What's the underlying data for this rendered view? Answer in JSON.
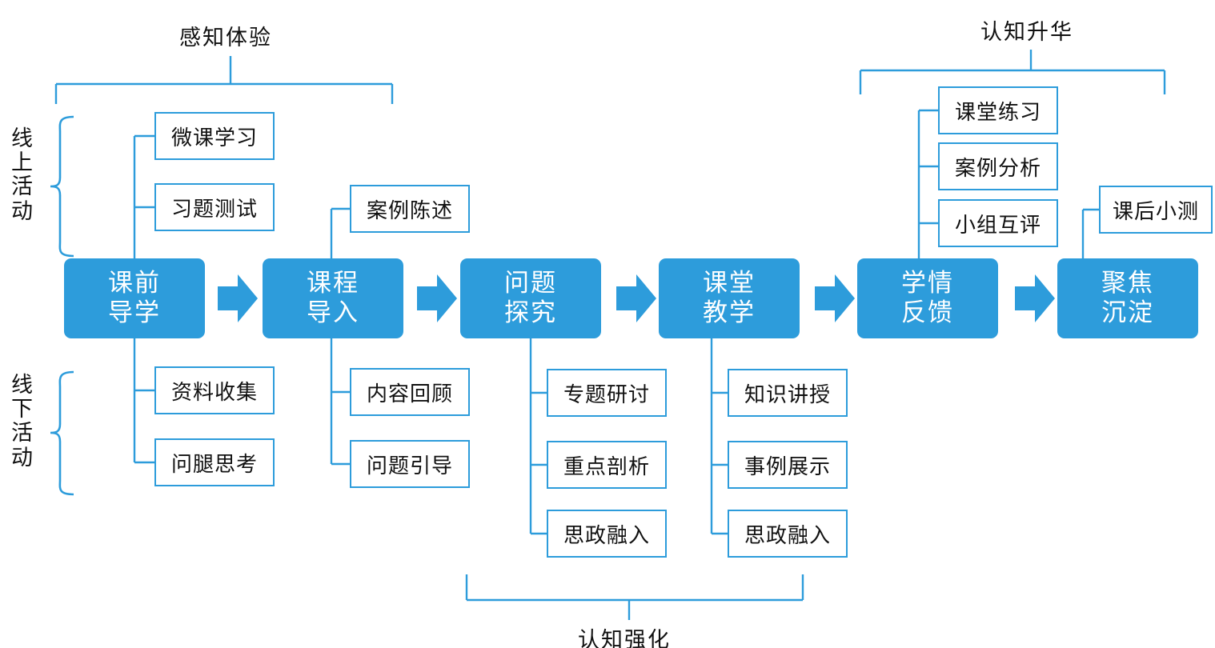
{
  "diagram": {
    "title_groups": {
      "top_left": "感知体验",
      "top_right": "认知升华",
      "bottom_center": "认知强化"
    },
    "side_labels": {
      "online": "线上活动",
      "offline": "线下活动"
    },
    "stages": [
      {
        "id": "stage-1",
        "line1": "课前",
        "line2": "导学"
      },
      {
        "id": "stage-2",
        "line1": "课程",
        "line2": "导入"
      },
      {
        "id": "stage-3",
        "line1": "问题",
        "line2": "探究"
      },
      {
        "id": "stage-4",
        "line1": "课堂",
        "line2": "教学"
      },
      {
        "id": "stage-5",
        "line1": "学情",
        "line2": "反馈"
      },
      {
        "id": "stage-6",
        "line1": "聚焦",
        "line2": "沉淀"
      }
    ],
    "activities": {
      "stage1_above": [
        "微课学习",
        "习题测试"
      ],
      "stage1_below": [
        "资料收集",
        "问腿思考"
      ],
      "stage2_above": [
        "案例陈述"
      ],
      "stage2_below": [
        "内容回顾",
        "问题引导"
      ],
      "stage3_below": [
        "专题研讨",
        "重点剖析",
        "思政融入"
      ],
      "stage4_below": [
        "知识讲授",
        "事例展示",
        "思政融入"
      ],
      "stage5_above": [
        "课堂练习",
        "案例分析",
        "小组互评"
      ],
      "stage6_above": [
        "课后小测"
      ]
    },
    "colors": {
      "accent": "#2D9CDB",
      "box_fill": "#2D9CDB",
      "box_text": "#FFFFFF",
      "sub_border": "#2D9CDB",
      "sub_text": "#111111",
      "background": "#FFFFFF"
    }
  }
}
